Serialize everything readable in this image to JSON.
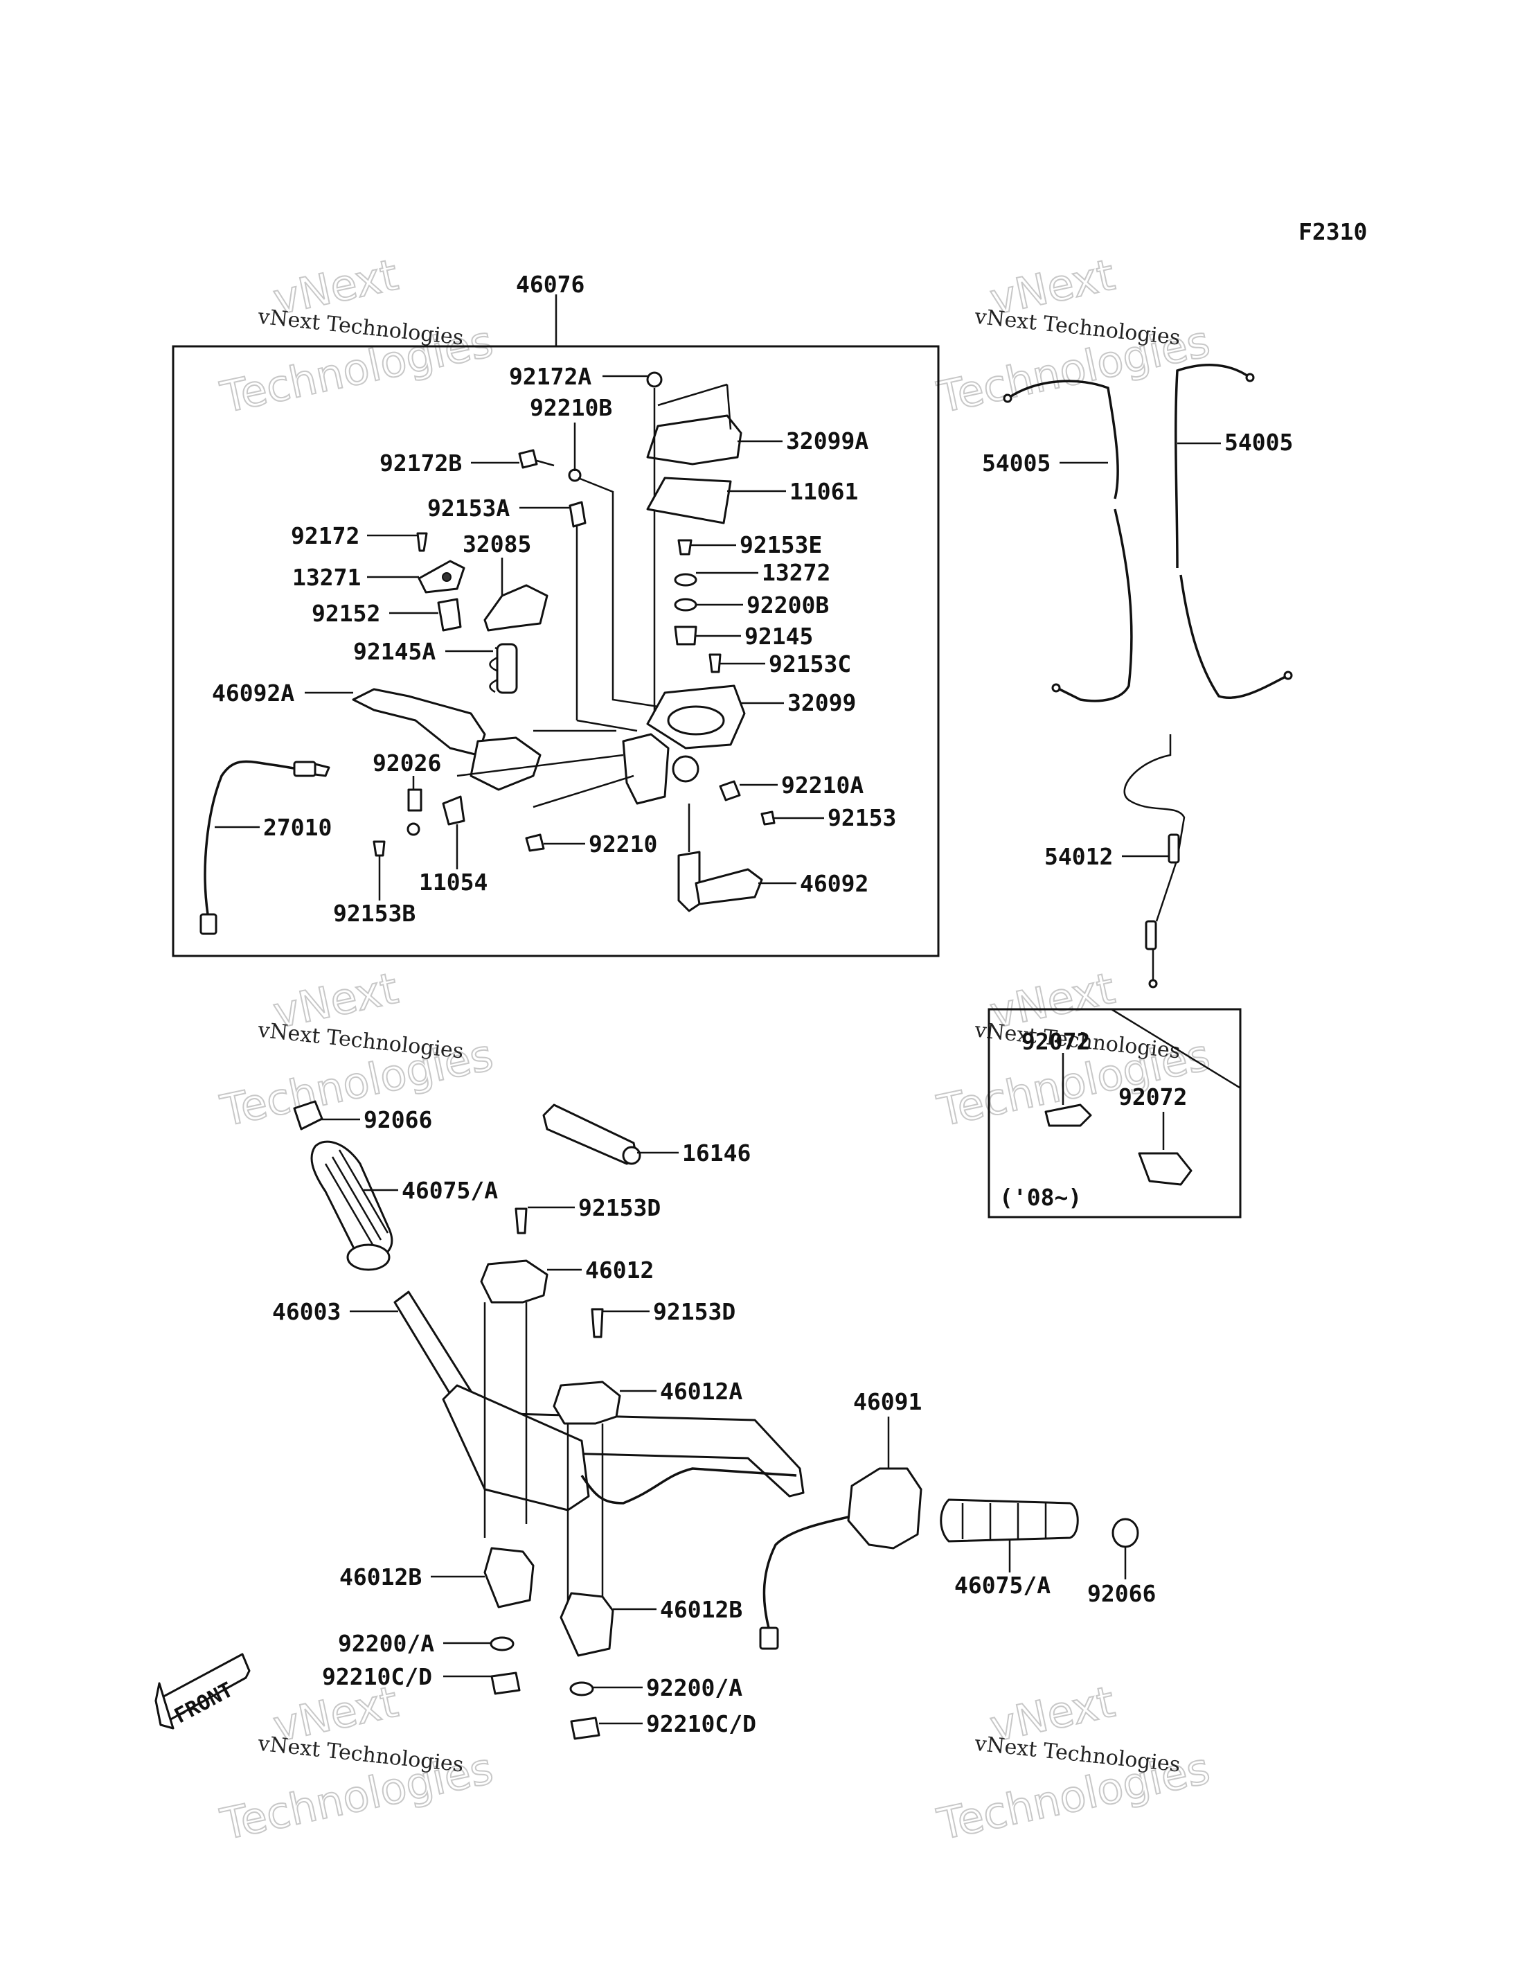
{
  "figure_code": "F2310",
  "kit_label": "46076",
  "watermarks": [
    {
      "small": "vNext Technologies",
      "big": "Technologies",
      "ghost": "vNext"
    },
    {
      "small": "vNext Technologies",
      "big": "Technologies",
      "ghost": "vNext"
    },
    {
      "small": "vNext Technologies",
      "big": "Technologies",
      "ghost": "vNext"
    },
    {
      "small": "vNext Technologies",
      "big": "Technologies",
      "ghost": "vNext"
    },
    {
      "small": "vNext Technologies",
      "big": "Technologies",
      "ghost": "vNext"
    },
    {
      "small": "vNext Technologies",
      "big": "Technologies",
      "ghost": "vNext"
    }
  ],
  "parts": [
    {
      "id": "92172A",
      "label": "92172A"
    },
    {
      "id": "92210B",
      "label": "92210B"
    },
    {
      "id": "32099A",
      "label": "32099A"
    },
    {
      "id": "92172B",
      "label": "92172B"
    },
    {
      "id": "11061",
      "label": "11061"
    },
    {
      "id": "92153A",
      "label": "92153A"
    },
    {
      "id": "92172",
      "label": "92172"
    },
    {
      "id": "32085",
      "label": "32085"
    },
    {
      "id": "92153E",
      "label": "92153E"
    },
    {
      "id": "13271",
      "label": "13271"
    },
    {
      "id": "13272",
      "label": "13272"
    },
    {
      "id": "92200B",
      "label": "92200B"
    },
    {
      "id": "92152",
      "label": "92152"
    },
    {
      "id": "92145",
      "label": "92145"
    },
    {
      "id": "92145A",
      "label": "92145A"
    },
    {
      "id": "92153C",
      "label": "92153C"
    },
    {
      "id": "46092A",
      "label": "46092A"
    },
    {
      "id": "32099",
      "label": "32099"
    },
    {
      "id": "92026",
      "label": "92026"
    },
    {
      "id": "92210A",
      "label": "92210A"
    },
    {
      "id": "27010",
      "label": "27010"
    },
    {
      "id": "92153",
      "label": "92153"
    },
    {
      "id": "92210",
      "label": "92210"
    },
    {
      "id": "11054",
      "label": "11054"
    },
    {
      "id": "46092",
      "label": "46092"
    },
    {
      "id": "92153B",
      "label": "92153B"
    },
    {
      "id": "54005-left",
      "label": "54005"
    },
    {
      "id": "54005-right",
      "label": "54005"
    },
    {
      "id": "54012",
      "label": "54012"
    },
    {
      "id": "92072-top",
      "label": "92072"
    },
    {
      "id": "92072-bottom",
      "label": "92072"
    },
    {
      "id": "92066-left",
      "label": "92066"
    },
    {
      "id": "16146",
      "label": "16146"
    },
    {
      "id": "46075A-left",
      "label": "46075/A"
    },
    {
      "id": "92153D-top",
      "label": "92153D"
    },
    {
      "id": "46012",
      "label": "46012"
    },
    {
      "id": "46003",
      "label": "46003"
    },
    {
      "id": "92153D-bottom",
      "label": "92153D"
    },
    {
      "id": "46012A",
      "label": "46012A"
    },
    {
      "id": "46091",
      "label": "46091"
    },
    {
      "id": "46012B-left",
      "label": "46012B"
    },
    {
      "id": "46012B-right",
      "label": "46012B"
    },
    {
      "id": "46075A-right",
      "label": "46075/A"
    },
    {
      "id": "92066-right",
      "label": "92066"
    },
    {
      "id": "92200A-left",
      "label": "92200/A"
    },
    {
      "id": "92210CD-left",
      "label": "92210C/D"
    },
    {
      "id": "92200A-right",
      "label": "92200/A"
    },
    {
      "id": "92210CD-right",
      "label": "92210C/D"
    }
  ],
  "inset_note": "('08~)",
  "front_arrow_label": "FRONT"
}
